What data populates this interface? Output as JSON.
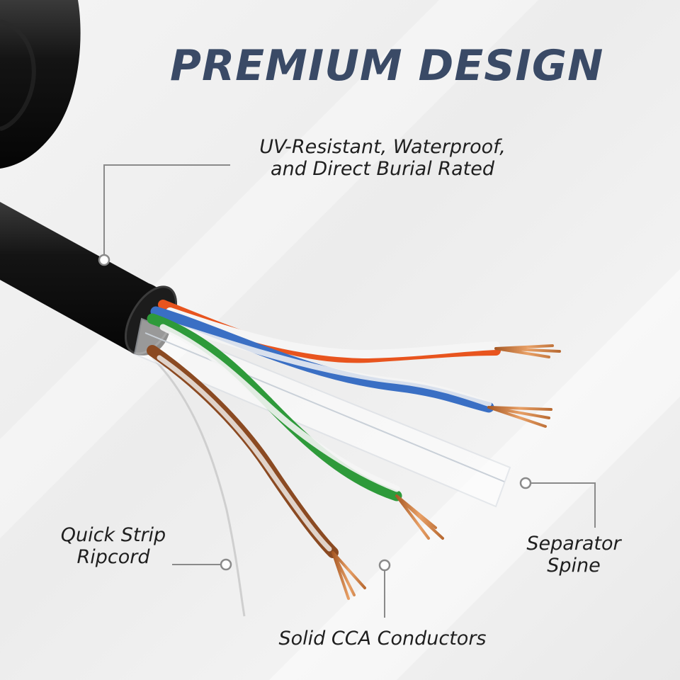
{
  "headline": "PREMIUM DESIGN",
  "callouts": {
    "jacket": {
      "line1": "UV-Resistant, Waterproof,",
      "line2": "and Direct Burial Rated"
    },
    "ripcord": {
      "line1": "Quick Strip",
      "line2": "Ripcord"
    },
    "spine": {
      "line1": "Separator",
      "line2": "Spine"
    },
    "conductors": {
      "text": "Solid CCA Conductors"
    }
  },
  "colors": {
    "headline": "#3a4a66",
    "jacket": "#111111",
    "blue_wire": "#3a6fc4",
    "orange_wire": "#e8541e",
    "green_wire": "#2e9a3a",
    "brown_wire": "#8b4a22",
    "copper": "#c8783e"
  }
}
